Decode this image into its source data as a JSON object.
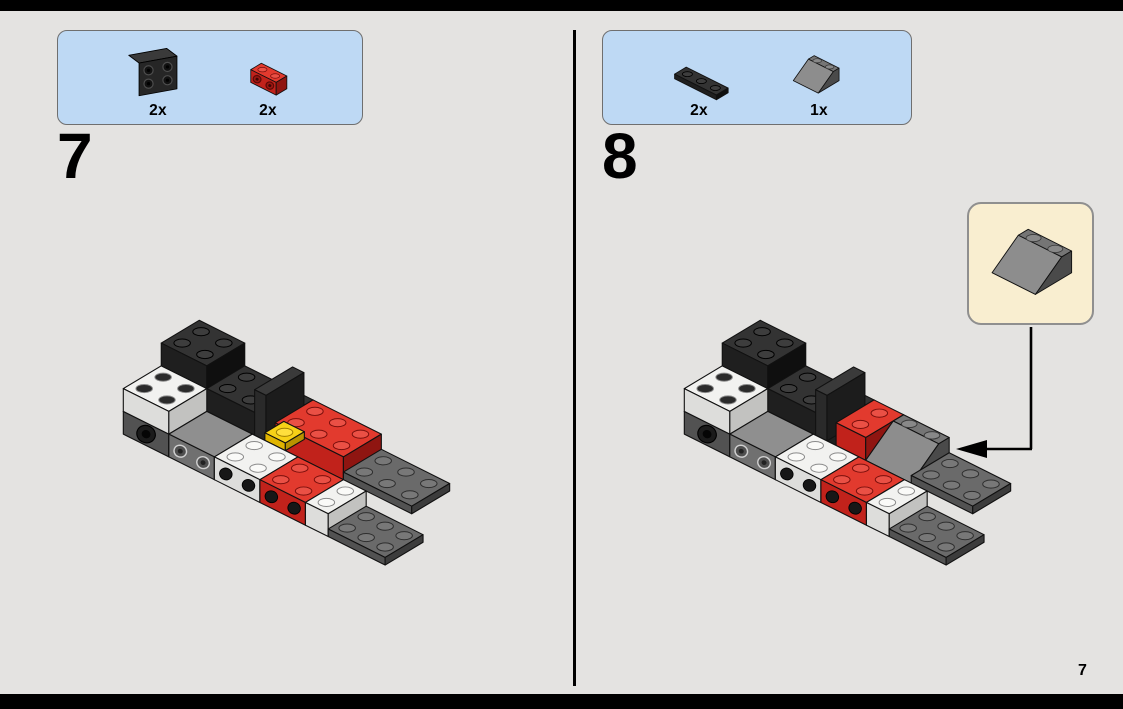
{
  "page": {
    "number_label": "7"
  },
  "steps": [
    {
      "number": "7",
      "parts": [
        {
          "name": "black-bracket-2x2-2x2",
          "count": "2x"
        },
        {
          "name": "red-brick-1x2-side-studs",
          "count": "2x"
        }
      ]
    },
    {
      "number": "8",
      "parts": [
        {
          "name": "black-plate-1x3",
          "count": "2x"
        },
        {
          "name": "dark-gray-slope-2x2",
          "count": "1x"
        }
      ],
      "callout": {
        "part": "dark-gray-slope-2x2"
      }
    }
  ],
  "colors": {
    "page_bg": "#e4e3e1",
    "parts_box_bg": "#bed9f4",
    "callout_bg": "#f9eed0",
    "bar": "#000000",
    "lego_red": "#c1221b",
    "lego_yellow": "#f7d117",
    "lego_dark_gray": "#525252"
  }
}
